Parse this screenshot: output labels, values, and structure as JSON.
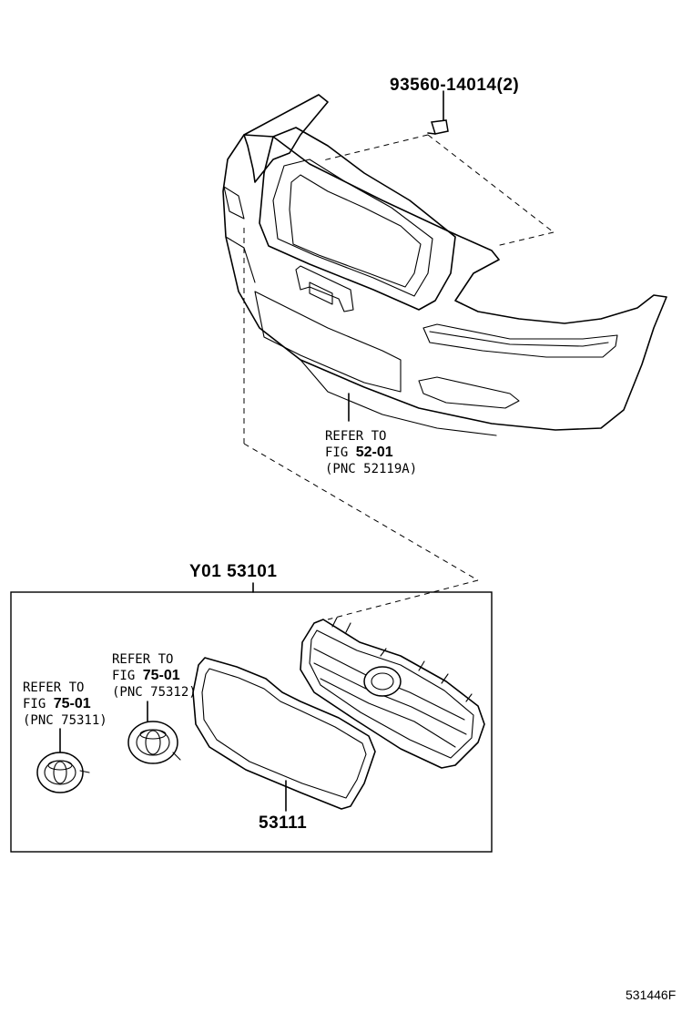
{
  "callouts": {
    "bolt_part": "93560-14014(2)",
    "bumper_ref": {
      "refer_to": "REFER TO",
      "fig_prefix": "FIG",
      "fig_num": "52-01",
      "pnc": "(PNC 52119A)"
    },
    "assembly_part": "Y01 53101",
    "emblem_left_ref": {
      "refer_to": "REFER TO",
      "fig_prefix": "FIG",
      "fig_num": "75-01",
      "pnc": "(PNC 75311)"
    },
    "emblem_mid_ref": {
      "refer_to": "REFER TO",
      "fig_prefix": "FIG",
      "fig_num": "75-01",
      "pnc": "(PNC 75312)"
    },
    "frame_part": "53111"
  },
  "figure_id": "531446F",
  "icons": {
    "bolt": "bolt-icon",
    "bumper": "front-bumper-cover-icon",
    "grille": "radiator-grille-icon",
    "gasket": "grille-frame-gasket-icon",
    "emblem_left": "toyota-emblem-icon",
    "emblem_mid": "toyota-emblem-icon"
  }
}
